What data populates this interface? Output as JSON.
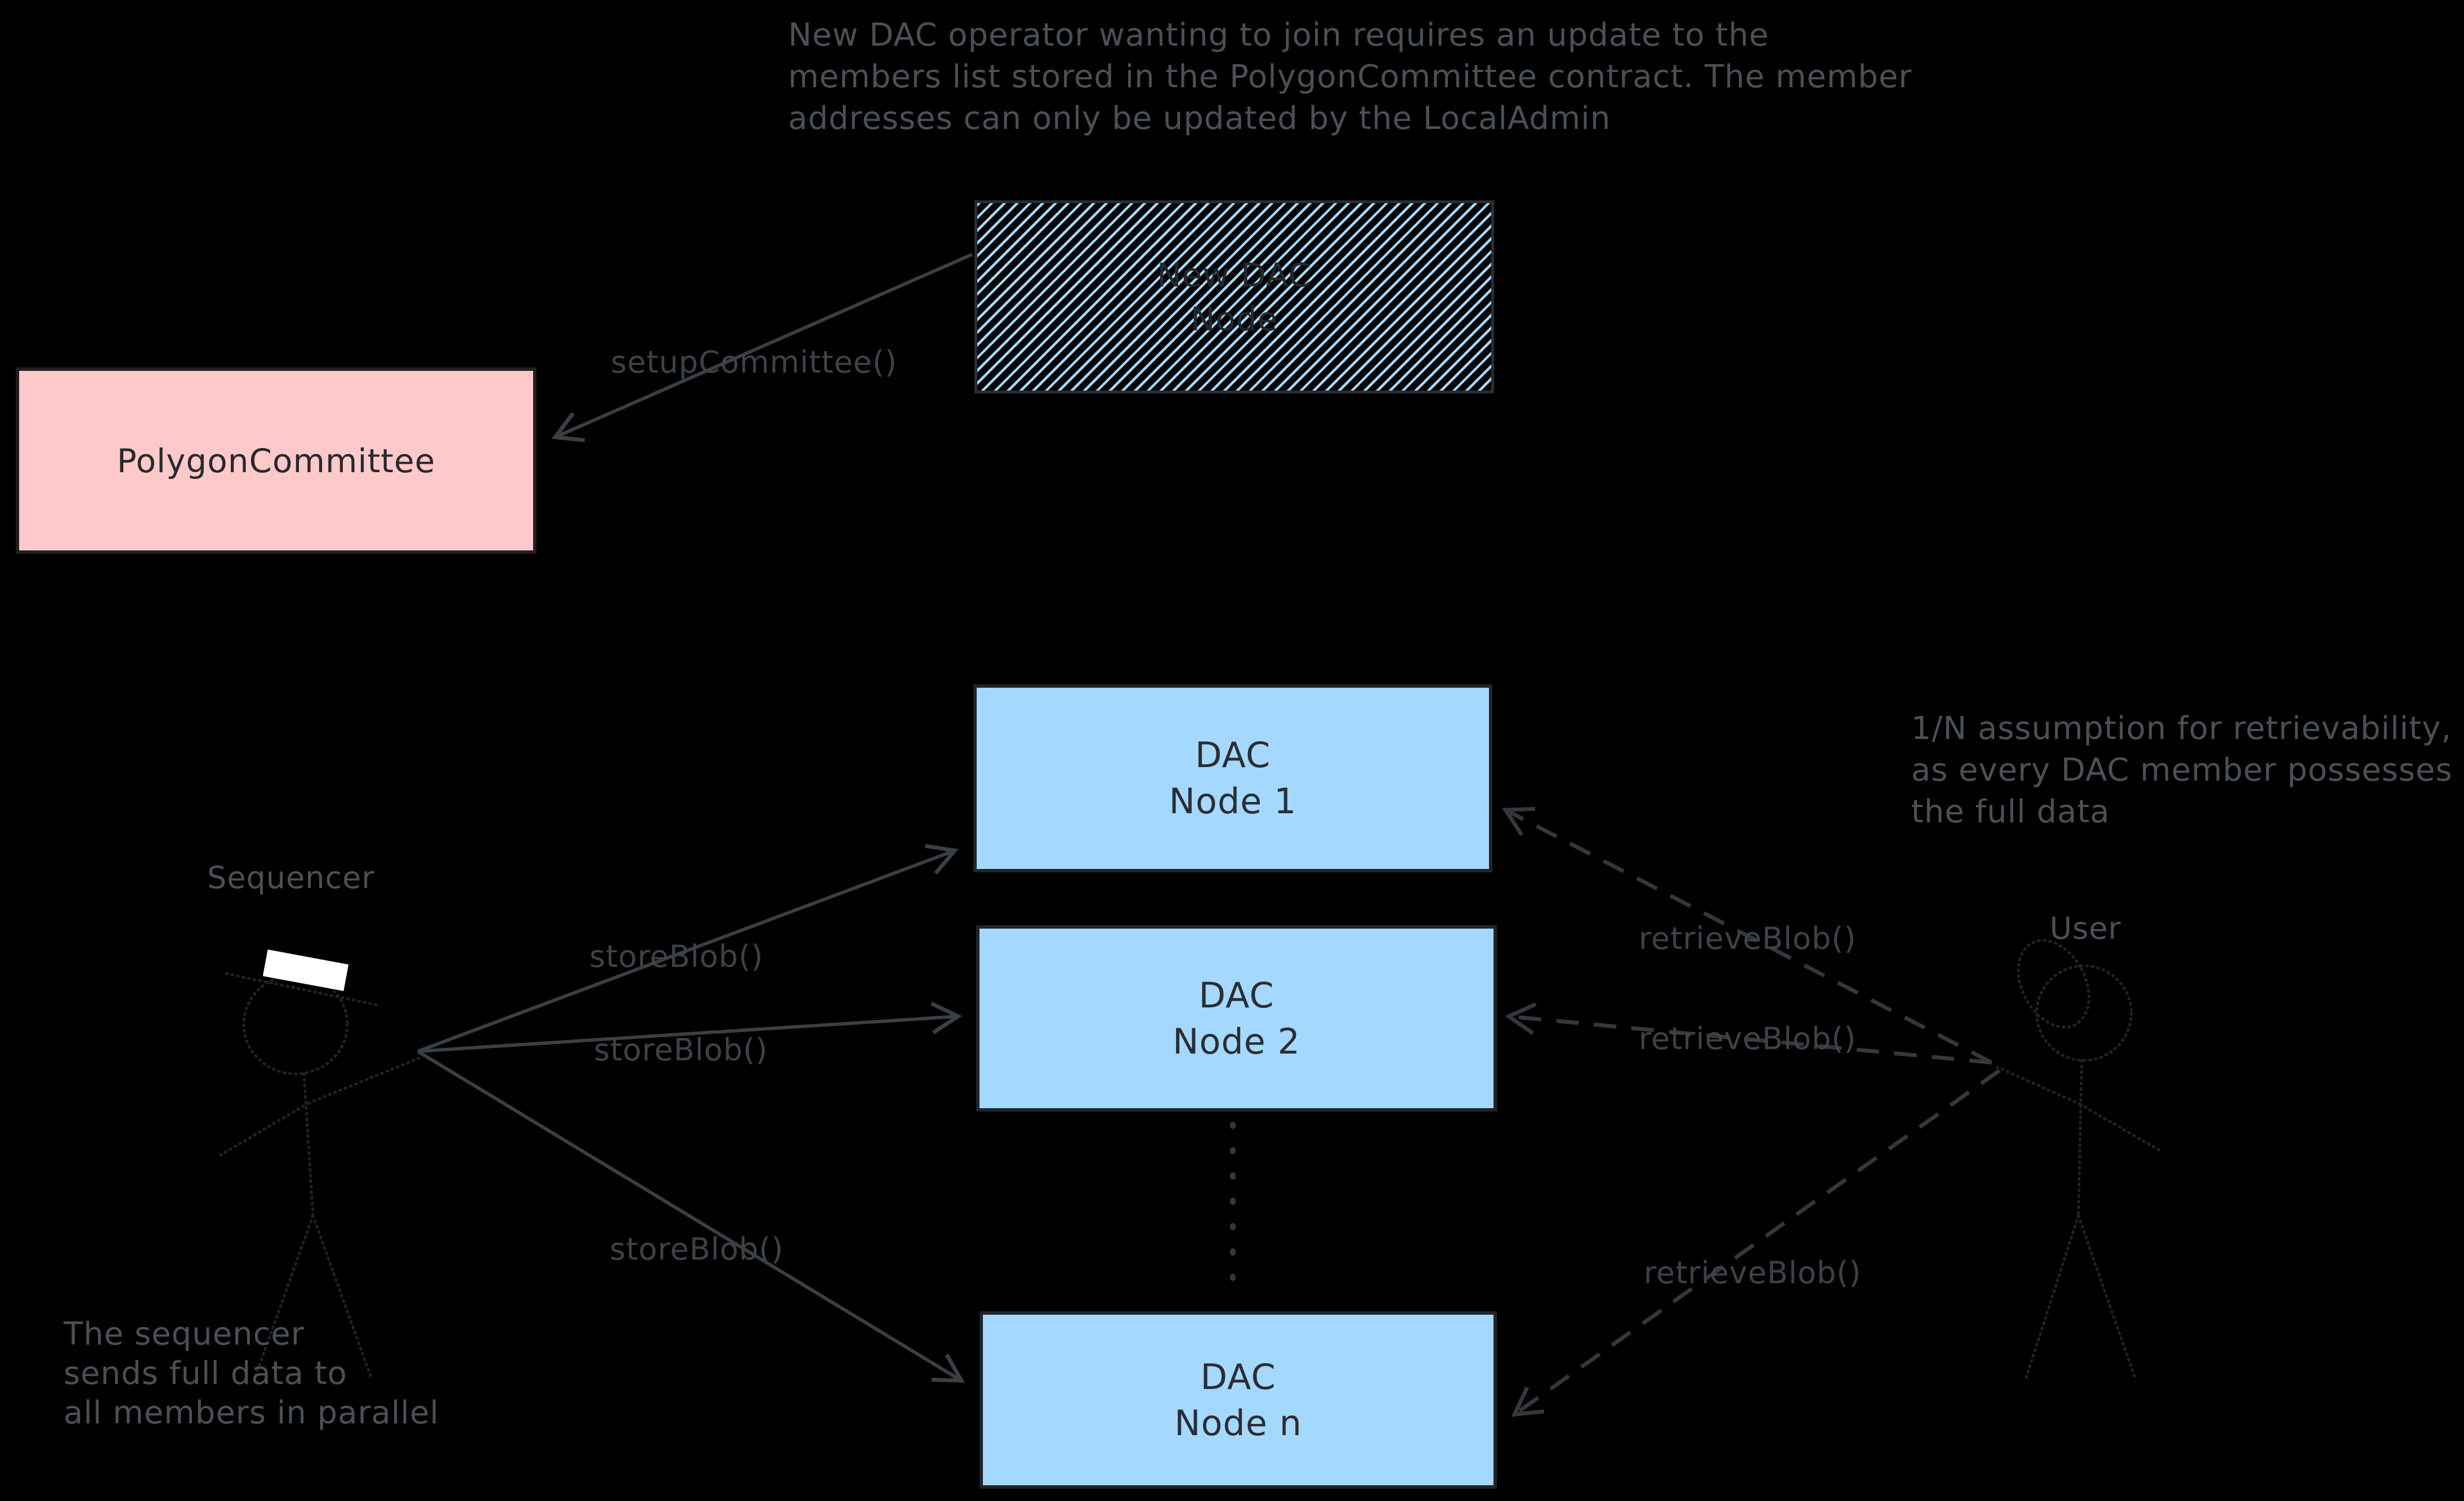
{
  "diagram": {
    "background": "#000000",
    "top_note": {
      "lines": [
        "New DAC operator wanting to join requires an update to the",
        "members list stored in the PolygonCommittee contract. The member",
        "addresses can only be updated by the LocalAdmin"
      ]
    },
    "assumption_note": {
      "lines": [
        "1/N assumption for retrievability,",
        "as every DAC member possesses",
        "the full data"
      ]
    },
    "parallel_note": {
      "lines": [
        "The sequencer",
        "sends full data to",
        "all members in parallel"
      ]
    },
    "polygon_committee": {
      "label": "PolygonCommittee",
      "fill": "#ffc9c9"
    },
    "new_dac_node": {
      "line1": "New DAC",
      "line2": "Node",
      "hatch_color": "#a5d8ff"
    },
    "dac_nodes": [
      {
        "line1": "DAC",
        "line2": "Node 1",
        "fill": "#a5d8ff"
      },
      {
        "line1": "DAC",
        "line2": "Node 2",
        "fill": "#a5d8ff"
      },
      {
        "line1": "DAC",
        "line2": "Node n",
        "fill": "#a5d8ff"
      }
    ],
    "actors": {
      "sequencer": {
        "label": "Sequencer"
      },
      "user": {
        "label": "User"
      }
    },
    "calls": {
      "setup_committee": "setupCommittee()",
      "store_blob": [
        "storeBlob()",
        "storeBlob()",
        "storeBlob()"
      ],
      "retrieve_blob": [
        "retrieveBlob()",
        "retrieveBlob()",
        "retrieveBlob()"
      ]
    },
    "colors": {
      "node_fill": "#a5d8ff",
      "committee_fill": "#ffc9c9",
      "hatch_stripe": "#a5d8ff",
      "ink_dark": "#26292e",
      "ink_gray": "#4a5056",
      "arrow_solid": "#3a3f45",
      "arrow_dashed": "#33383d",
      "hat_white": "#ffffff"
    }
  }
}
